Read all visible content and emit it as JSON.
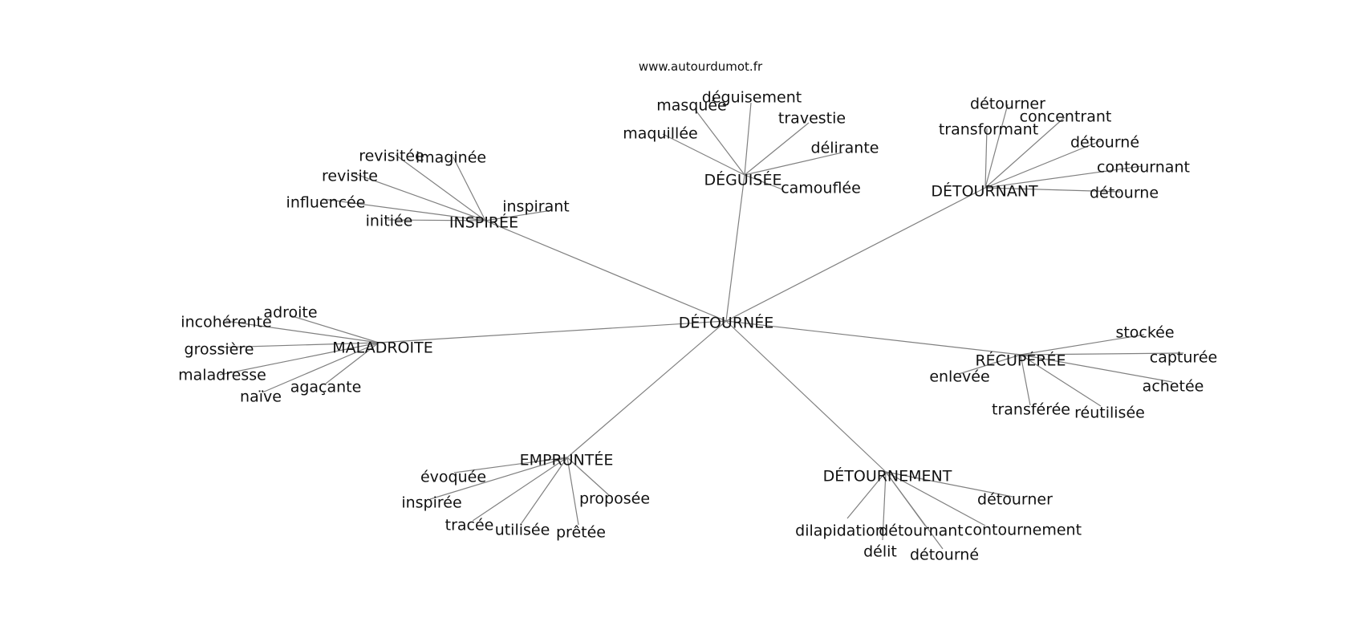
{
  "header": {
    "site_url": "www.autourdumot.fr"
  },
  "graph": {
    "root": "DÉTOURNÉE",
    "hubs": [
      {
        "id": "inspiree",
        "label": "INSPIRÉE",
        "words": [
          "revisitée",
          "imaginée",
          "revisite",
          "influencée",
          "initiée",
          "inspirant"
        ]
      },
      {
        "id": "deguisee",
        "label": "DÉGUISÉE",
        "words": [
          "masquée",
          "déguisement",
          "travestie",
          "maquillée",
          "délirante",
          "camouflée"
        ]
      },
      {
        "id": "detournant",
        "label": "DÉTOURNANT",
        "words": [
          "détourner",
          "transformant",
          "concentrant",
          "détourné",
          "contournant",
          "détourne"
        ]
      },
      {
        "id": "maladroite",
        "label": "MALADROITE",
        "words": [
          "adroite",
          "incohérente",
          "grossière",
          "maladresse",
          "agaçante",
          "naïve"
        ]
      },
      {
        "id": "recuperee",
        "label": "RÉCUPÉRÉE",
        "words": [
          "stockée",
          "capturée",
          "enlevée",
          "achetée",
          "transférée",
          "réutilisée"
        ]
      },
      {
        "id": "empruntee",
        "label": "EMPRUNTÉE",
        "words": [
          "évoquée",
          "proposée",
          "inspirée",
          "tracée",
          "utilisée",
          "prêtée"
        ]
      },
      {
        "id": "detournement",
        "label": "DÉTOURNEMENT",
        "words": [
          "détourner",
          "dilapidation",
          "détournant",
          "contournement",
          "délit",
          "détourné"
        ]
      }
    ]
  }
}
